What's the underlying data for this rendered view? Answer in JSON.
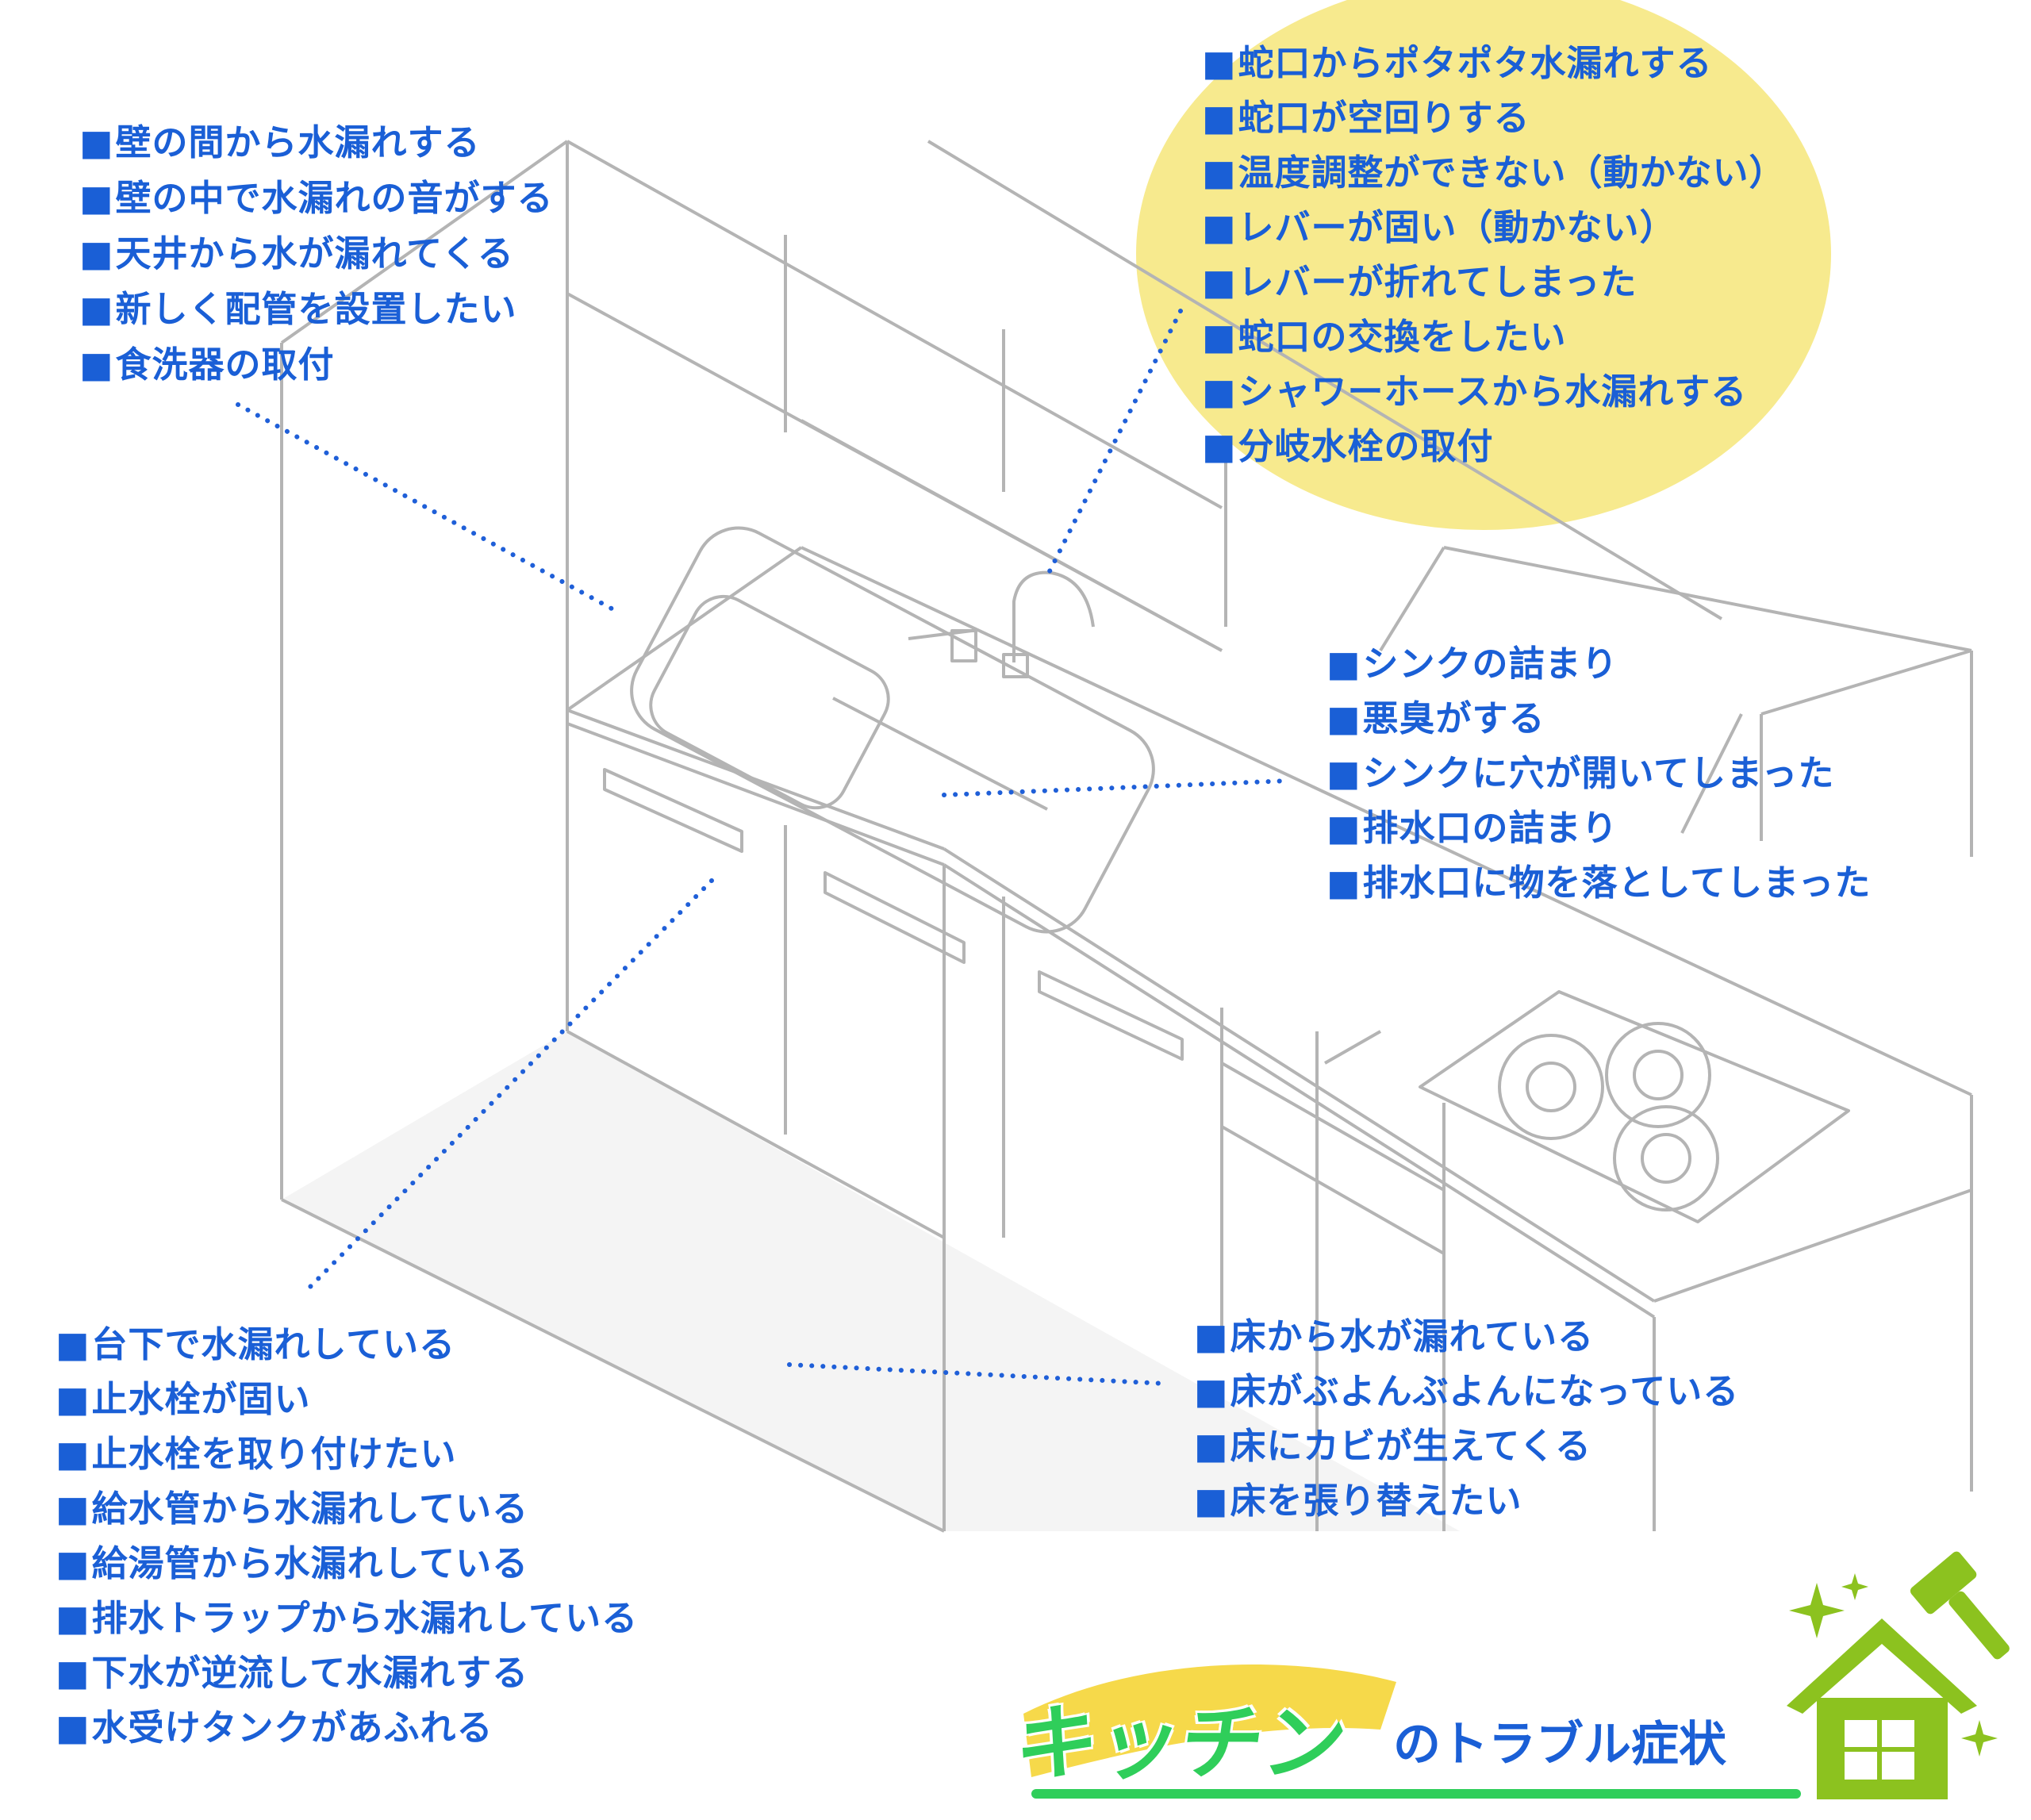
{
  "groups": {
    "wall": [
      "壁の間から水漏れする",
      "壁の中で水漏れの音がする",
      "天井から水が漏れてくる",
      "新しく配管を設置したい",
      "食洗器の取付"
    ],
    "faucet": [
      "蛇口からポタポタ水漏れする",
      "蛇口が空回りする",
      "温度調整ができない（動かない）",
      "レバーが固い（動かない）",
      "レバーが折れてしまった",
      "蛇口の交換をしたい",
      "シャワーホースから水漏れする",
      "分岐水栓の取付"
    ],
    "sink": [
      "シンクの詰まり",
      "悪臭がする",
      "シンクに穴が開いてしまった",
      "排水口の詰まり",
      "排水口に物を落としてしまった"
    ],
    "under_sink": [
      "台下で水漏れしている",
      "止水栓が固い",
      "止水栓を取り付けたい",
      "給水管から水漏れしている",
      "給湯管から水漏れしている",
      "排水トラップから水漏れしている",
      "下水が逆流して水漏れする",
      "水受けタンクがあふれる"
    ],
    "floor": [
      "床から水が漏れている",
      "床がぶよんぶよんになっている",
      "床にカビが生えてくる",
      "床を張り替えたい"
    ]
  },
  "title": {
    "main": "キッチン",
    "sub": "のトラブル症状"
  },
  "colors": {
    "text": "#1a5fd6",
    "highlight": "#f7ea8e",
    "title_green": "#2fce5a",
    "title_brush": "#f6d94a",
    "house": "#8cc21f",
    "line_art": "#b4b4b4",
    "floor": "#f4f4f4"
  },
  "icons": [
    "house-icon",
    "hammer-icon",
    "sparkle-icon"
  ]
}
